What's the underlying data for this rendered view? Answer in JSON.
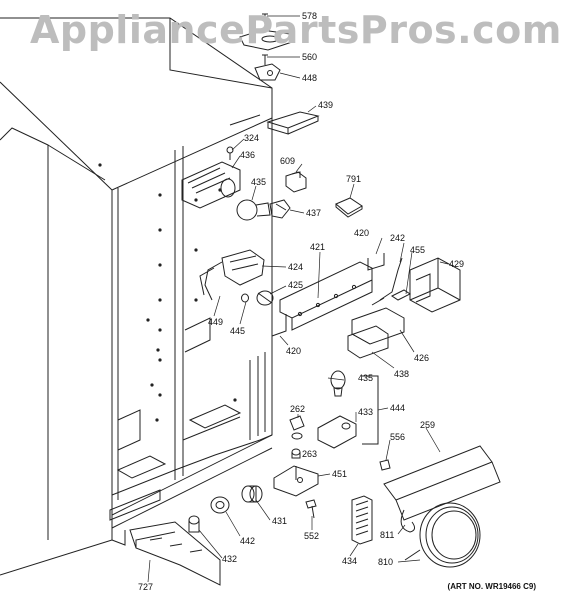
{
  "watermark": "AppliancePartsPros.com",
  "art_no": "(ART NO. WR19466 C9)",
  "callouts": {
    "c578": "578",
    "c560": "560",
    "c448": "448",
    "c439": "439",
    "c324": "324",
    "c436": "436",
    "c609": "609",
    "c435a": "435",
    "c437": "437",
    "c791": "791",
    "c420a": "420",
    "c242": "242",
    "c455": "455",
    "c421": "421",
    "c424": "424",
    "c429": "429",
    "c425": "425",
    "c449": "449",
    "c445": "445",
    "c420b": "420",
    "c426": "426",
    "c438": "438",
    "c435b": "435",
    "c433": "433",
    "c444": "444",
    "c262": "262",
    "c263": "263",
    "c556": "556",
    "c259": "259",
    "c451": "451",
    "c431": "431",
    "c442": "442",
    "c552": "552",
    "c811": "811",
    "c432": "432",
    "c434": "434",
    "c810": "810",
    "c727": "727"
  }
}
